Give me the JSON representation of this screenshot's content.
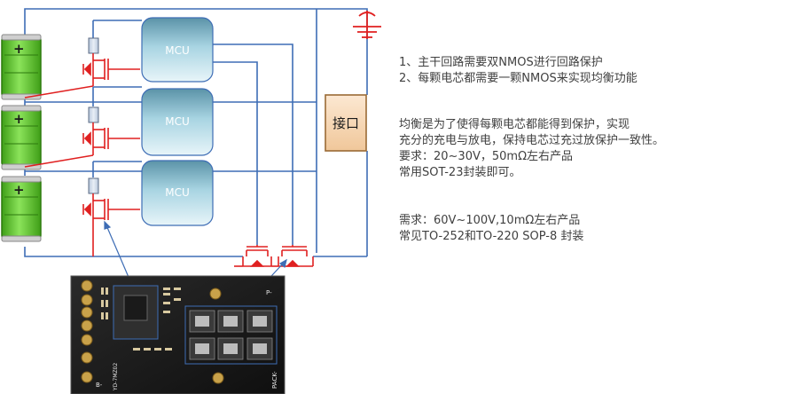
{
  "mcu_label": "MCU",
  "interface_label": "接口",
  "battery_plus": "+",
  "pcb_marks": {
    "b_minus": "B-",
    "p_minus": "P-",
    "pack_minus": "PACK-",
    "part_code": "YD-7MZ02"
  },
  "notes": {
    "summary": [
      "1、主干回路需要双NMOS进行回路保护",
      "2、每颗电芯都需要一颗NMOS来实现均衡功能"
    ],
    "balance": [
      "均衡是为了使得每颗电芯都能得到保护，实现",
      "充分的充电与放电，保持电芯过充过放保护一致性。",
      "要求：20~30V，50mΩ左右产品",
      "常用SOT-23封装即可。"
    ],
    "main_path": [
      "需求：60V~100V,10mΩ左右产品",
      "常见TO-252和TO-220 SOP-8 封装"
    ]
  },
  "colors": {
    "wire": "#3e6db5",
    "mosfet": "#e02020",
    "battery_green": "#52c41a",
    "mcu_fill": "#a9d3e0",
    "interface_fill": "#f6d9b8",
    "interface_border": "#9a6a35",
    "pcb_board": "#1a1a1a",
    "text": "#404040"
  }
}
